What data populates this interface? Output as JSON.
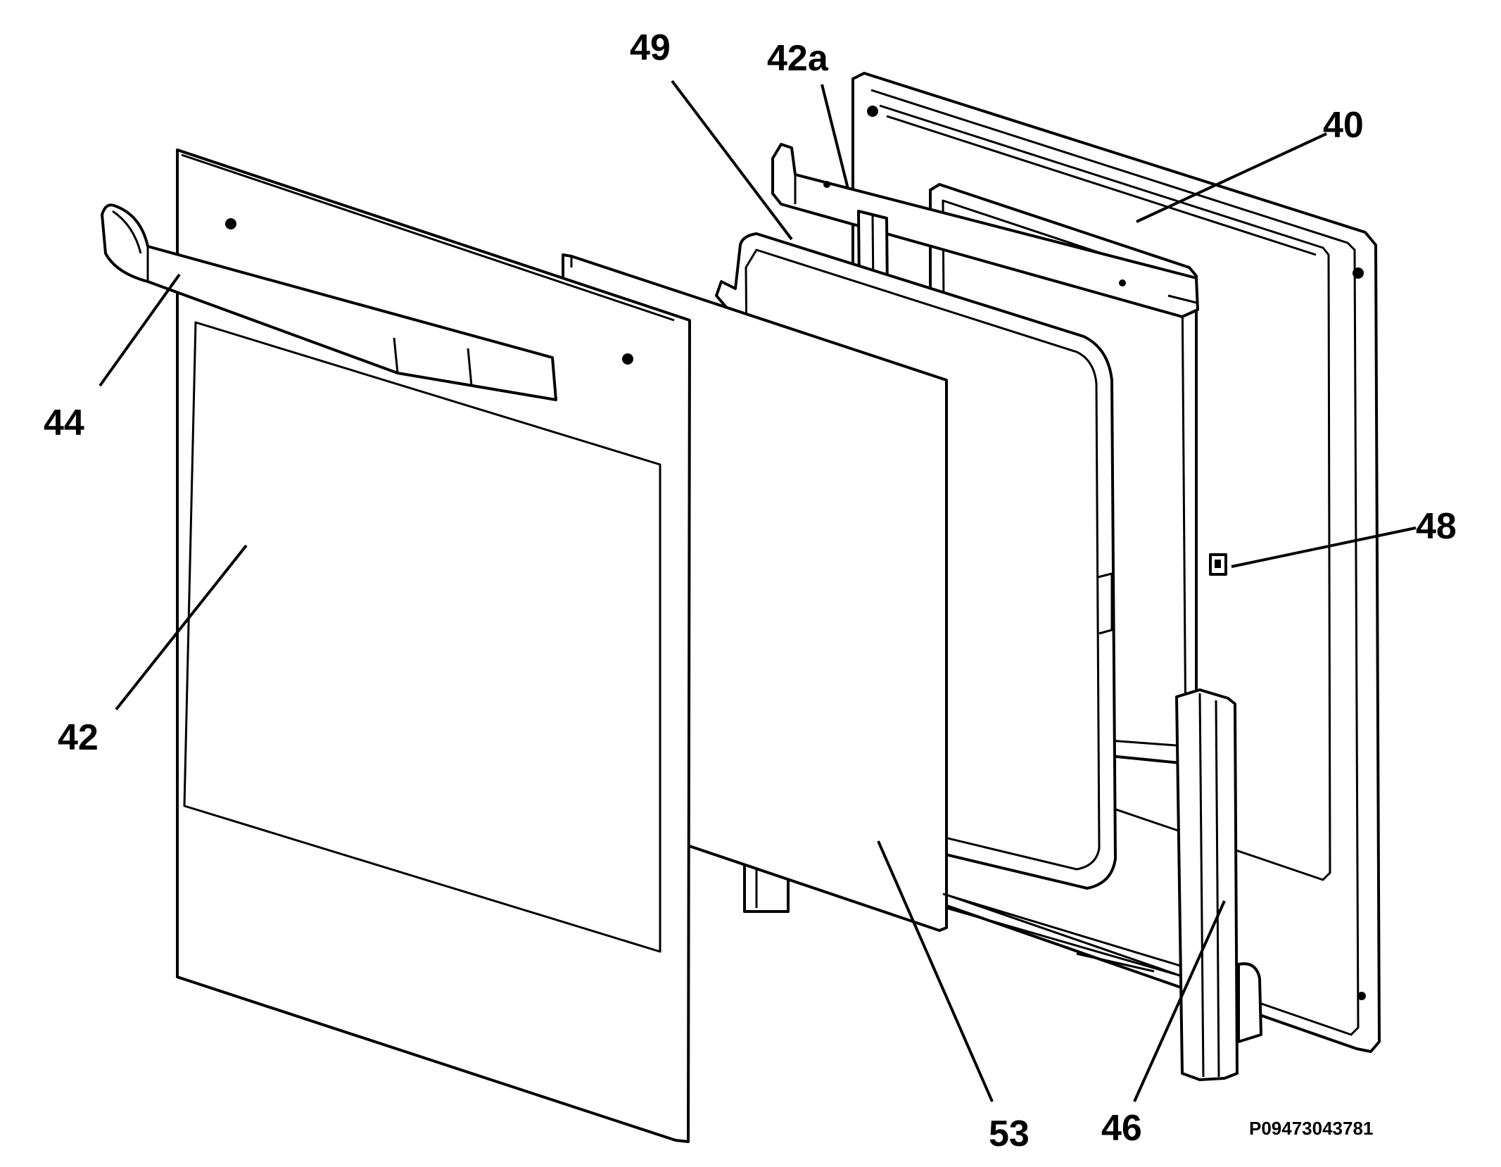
{
  "figure": {
    "reference_code": "P09473043781",
    "callouts": {
      "c40": "40",
      "c42": "42",
      "c42a": "42a",
      "c44": "44",
      "c46": "46",
      "c48": "48",
      "c49": "49",
      "c53": "53"
    }
  }
}
